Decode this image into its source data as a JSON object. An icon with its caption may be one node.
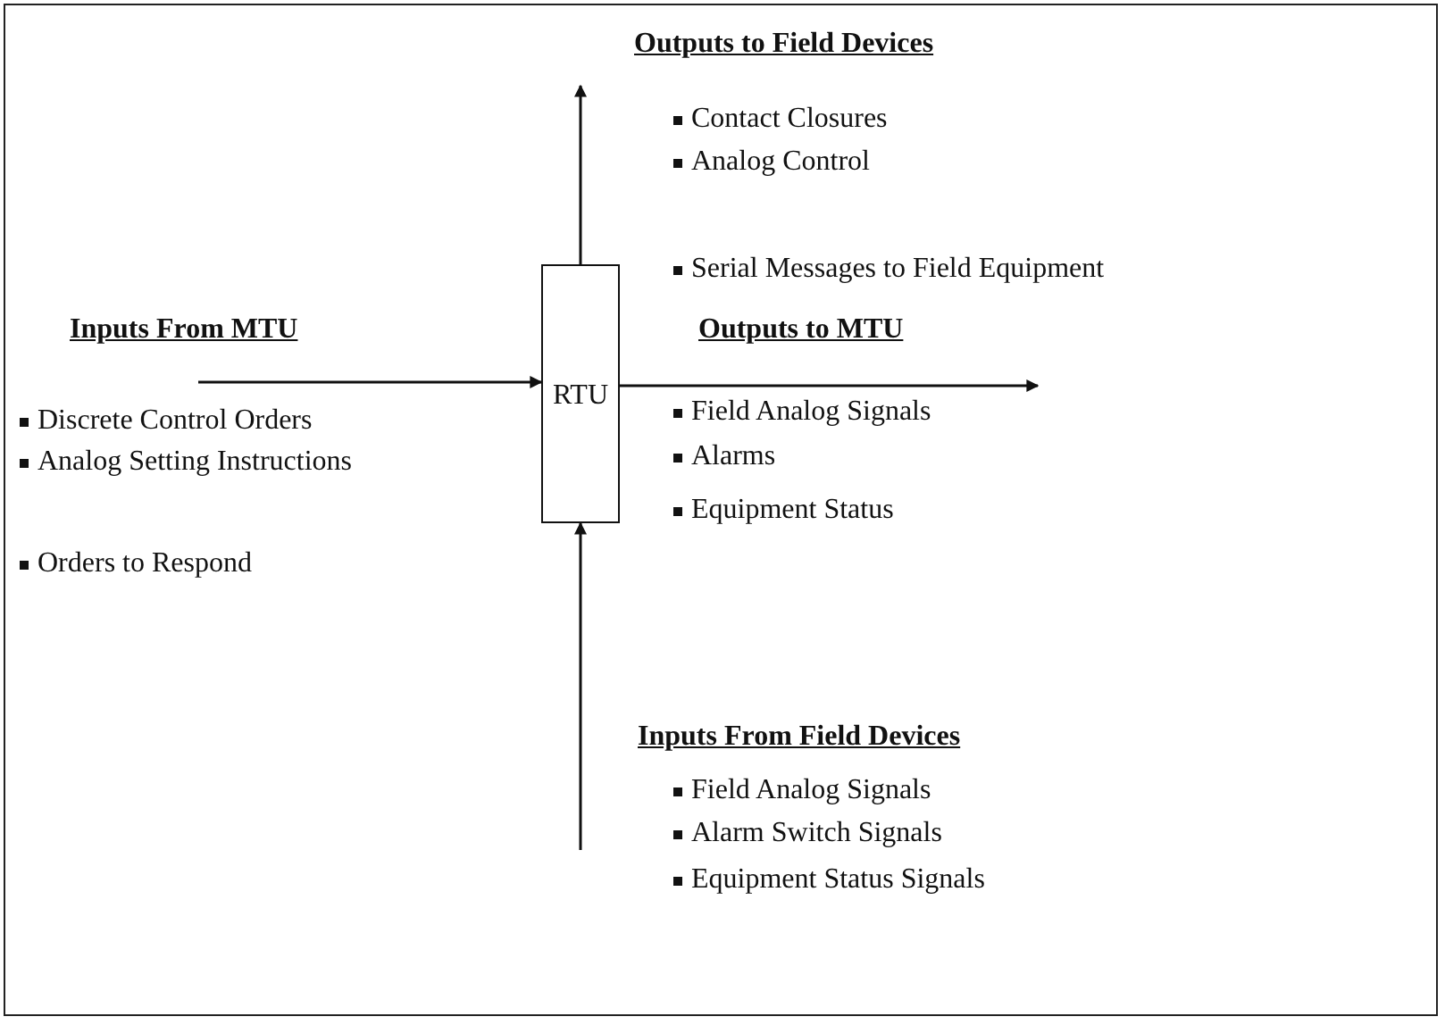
{
  "diagram": {
    "nodes": [
      {
        "text": [
          "RTU"
        ]
      },
      {
        "text": [
          "Outputs to Field Devices"
        ]
      },
      {
        "text": [
          "Inputs From MTU"
        ]
      },
      {
        "text": [
          "Outputs to MTU"
        ]
      },
      {
        "text": [
          "Inputs From Field Devices"
        ]
      }
    ],
    "edges": [
      {
        "from": 2,
        "to": 0,
        "arrow": "to"
      },
      {
        "from": 0,
        "to": 1,
        "arrow": "to"
      },
      {
        "from": 0,
        "to": 3,
        "arrow": "to"
      },
      {
        "from": 4,
        "to": 0,
        "arrow": "to"
      }
    ],
    "labels": [
      "Contact Closures",
      "Analog Control",
      "Serial Messages to Field Equipment",
      "Discrete Control Orders",
      "Field Analog Signals",
      "Analog Setting Instructions",
      "Alarms",
      "Equipment Status",
      "Orders to Respond",
      "Field Analog Signals",
      "Alarm Switch Signals",
      "Equipment Status Signals"
    ]
  }
}
